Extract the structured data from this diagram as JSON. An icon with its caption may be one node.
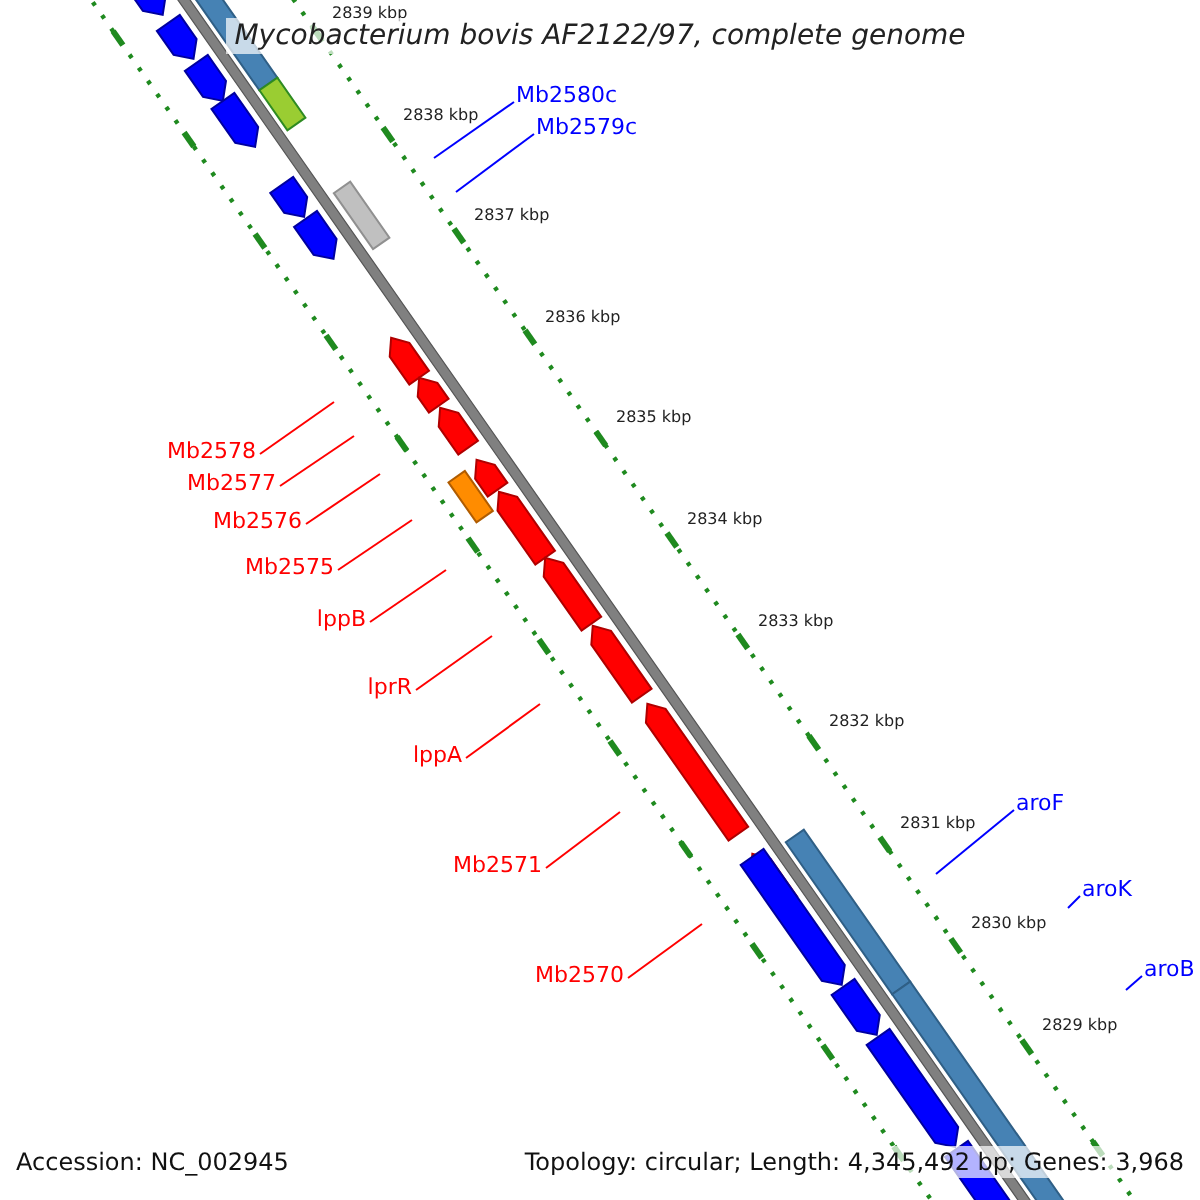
{
  "diagram": {
    "title": "Mycobacterium bovis AF2122/97, complete genome",
    "nodes": [
      {
        "text": [
          "Mb2580c"
        ]
      },
      {
        "text": [
          "Mb2579c"
        ]
      },
      {
        "text": [
          "Mb2578"
        ]
      },
      {
        "text": [
          "Mb2577"
        ]
      },
      {
        "text": [
          "Mb2576"
        ]
      },
      {
        "text": [
          "Mb2575"
        ]
      },
      {
        "text": [
          "lppB"
        ]
      },
      {
        "text": [
          "lprR"
        ]
      },
      {
        "text": [
          "lppA"
        ]
      },
      {
        "text": [
          "Mb2571"
        ]
      },
      {
        "text": [
          "Mb2570"
        ]
      },
      {
        "text": [
          "aroF"
        ]
      },
      {
        "text": [
          "aroK"
        ]
      },
      {
        "text": [
          "aroB"
        ]
      }
    ],
    "edges": [
      {
        "from": 0,
        "to": null,
        "arrow": "none",
        "color": "#0000ff"
      },
      {
        "from": 1,
        "to": null,
        "arrow": "none",
        "color": "#0000ff"
      },
      {
        "from": 2,
        "to": null,
        "arrow": "none"
      },
      {
        "from": 3,
        "to": null,
        "arrow": "none"
      },
      {
        "from": 4,
        "to": null,
        "arrow": "none"
      },
      {
        "from": 5,
        "to": null,
        "arrow": "none"
      },
      {
        "from": 6,
        "to": null,
        "arrow": "none"
      },
      {
        "from": 7,
        "to": null,
        "arrow": "none"
      },
      {
        "from": 8,
        "to": null,
        "arrow": "none"
      },
      {
        "from": 9,
        "to": null,
        "arrow": "none"
      },
      {
        "from": 10,
        "to": null,
        "arrow": "none"
      },
      {
        "from": 11,
        "to": null,
        "arrow": "none",
        "color": "#0000ff"
      },
      {
        "from": 12,
        "to": null,
        "arrow": "none",
        "color": "#0000ff"
      },
      {
        "from": 13,
        "to": null,
        "arrow": "none",
        "color": "#0000ff"
      }
    ],
    "labels": [
      "2839 kbp",
      "2838 kbp",
      "2837 kbp",
      "2836 kbp",
      "2835 kbp",
      "2834 kbp",
      "2833 kbp",
      "2832 kbp",
      "2831 kbp",
      "2830 kbp",
      "2829 kbp",
      "Accession: NC_002945",
      "Topology: circular; Length: 4,345,492 bp; Genes: 3,968"
    ]
  }
}
